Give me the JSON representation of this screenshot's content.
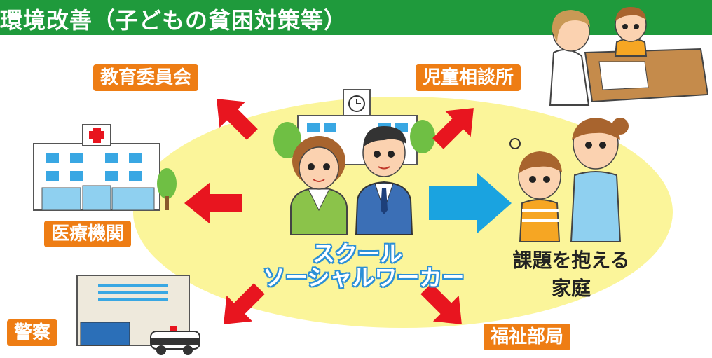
{
  "header": {
    "title": "環境改善（子どもの貧困対策等）"
  },
  "colors": {
    "header_green": "#1f9a3c",
    "tag_orange": "#ee7d14",
    "arrow_red": "#e8151f",
    "arrow_blue": "#1aa3e0",
    "ellipse_yellow": "#fbf59a",
    "worker_label_blue": "#2b8fd6"
  },
  "nodes": {
    "board_of_education": "教育委員会",
    "child_guidance": "児童相談所",
    "medical": "医療機関",
    "police": "警察",
    "welfare": "福祉部局"
  },
  "center": {
    "line1": "スクール",
    "line2": "ソーシャルワーカー"
  },
  "family": {
    "line1": "課題を抱える",
    "line2": "家庭"
  }
}
